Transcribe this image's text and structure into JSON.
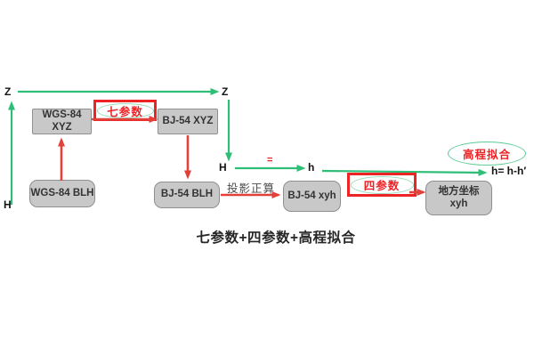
{
  "colors": {
    "green": "#2fbe78",
    "green_light": "#9adbb7",
    "green_mid": "#5bcb96",
    "red": "#ee2326",
    "red_arrow": "#e2413a",
    "node_fill": "#c8c8c8",
    "node_border": "#8f8f8f",
    "node_text": "#333333"
  },
  "axis_labels": {
    "z_left": "Z",
    "z_right": "Z",
    "h_left": "H",
    "h_mid": "H",
    "h_small": "h",
    "equals": "=",
    "height_result": "h= h-h′"
  },
  "nodes": {
    "wgs84_xyz": {
      "label": "WGS-84 XYZ"
    },
    "wgs84_blh": {
      "label": "WGS-84 BLH"
    },
    "bj54_xyz": {
      "label": "BJ-54 XYZ"
    },
    "bj54_blh": {
      "label": "BJ-54 BLH"
    },
    "bj54_xyh": {
      "label": "BJ-54 xyh"
    },
    "local_xyh": {
      "line1": "地方坐标",
      "line2": "xyh"
    }
  },
  "badges": {
    "seven_params": "七参数",
    "four_params": "四参数",
    "height_fitting": "高程拟合"
  },
  "edge_labels": {
    "projection": "投影正算"
  },
  "caption": "七参数+四参数+高程拟合"
}
